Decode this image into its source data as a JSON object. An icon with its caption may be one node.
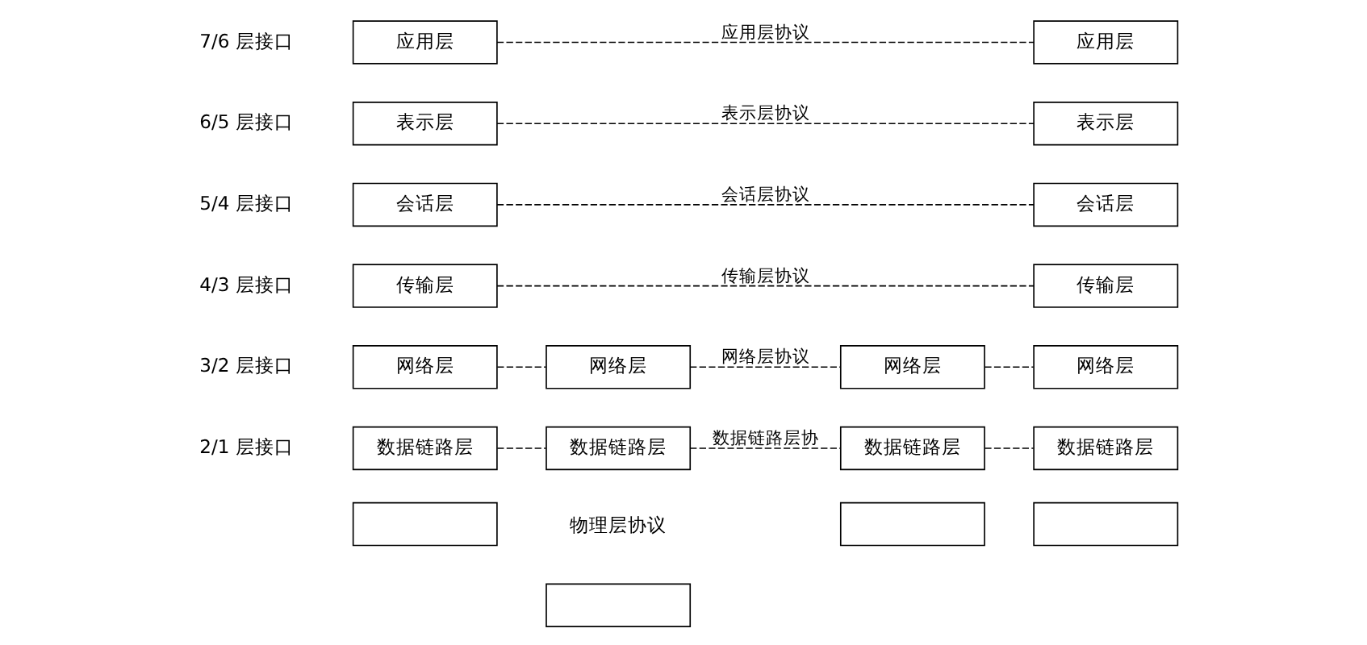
{
  "diagram": {
    "nodes": [
      {
        "text": [
          "应用层"
        ]
      },
      {
        "text": [
          "应用层"
        ]
      },
      {
        "text": [
          "表示层"
        ]
      },
      {
        "text": [
          "表示层"
        ]
      },
      {
        "text": [
          "会话层"
        ]
      },
      {
        "text": [
          "会话层"
        ]
      },
      {
        "text": [
          "传输层"
        ]
      },
      {
        "text": [
          "传输层"
        ]
      },
      {
        "text": [
          "网络层"
        ]
      },
      {
        "text": [
          "网络层"
        ]
      },
      {
        "text": [
          "网络层"
        ]
      },
      {
        "text": [
          "网络层"
        ]
      },
      {
        "text": [
          "数据链路层"
        ]
      },
      {
        "text": [
          "数据链路层"
        ]
      },
      {
        "text": [
          "数据链路层"
        ]
      },
      {
        "text": [
          "数据链路层"
        ]
      },
      {
        "text": [],
        "shape": "box"
      },
      {
        "text": [],
        "shape": "box"
      },
      {
        "text": [],
        "shape": "box"
      },
      {
        "text": [],
        "shape": "box"
      }
    ],
    "edges": [
      {
        "from": 0,
        "to": 1,
        "arrow": "none",
        "style": "dashed",
        "label": "应用层协议"
      },
      {
        "from": 2,
        "to": 3,
        "arrow": "none",
        "style": "dashed",
        "label": "表示层协议"
      },
      {
        "from": 4,
        "to": 5,
        "arrow": "none",
        "style": "dashed",
        "label": "会话层协议"
      },
      {
        "from": 6,
        "to": 7,
        "arrow": "none",
        "style": "dashed",
        "label": "传输层协议"
      },
      {
        "from": 8,
        "to": 9,
        "arrow": "none",
        "style": "dashed"
      },
      {
        "from": 9,
        "to": 10,
        "arrow": "none",
        "style": "dashed",
        "label": "网络层协议"
      },
      {
        "from": 10,
        "to": 11,
        "arrow": "none",
        "style": "dashed"
      },
      {
        "from": 12,
        "to": 13,
        "arrow": "none",
        "style": "dashed"
      },
      {
        "from": 13,
        "to": 14,
        "arrow": "none",
        "style": "dashed",
        "label": "数据链路层协"
      },
      {
        "from": 14,
        "to": 15,
        "arrow": "none",
        "style": "dashed"
      }
    ],
    "labels": [
      "7/6 层接口",
      "6/5 层接口",
      "5/4 层接口",
      "4/3 层接口",
      "3/2 层接口",
      "2/1 层接口",
      "物理层协议"
    ]
  }
}
